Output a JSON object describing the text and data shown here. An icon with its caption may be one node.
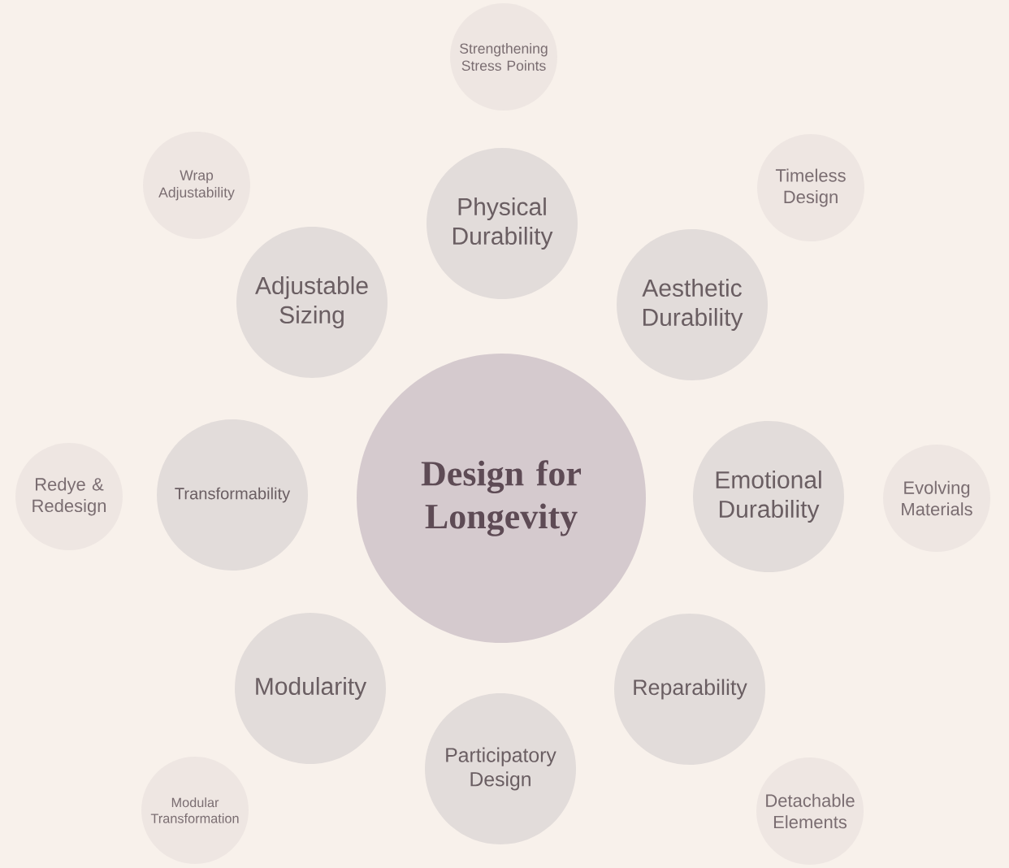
{
  "diagram": {
    "nodes": [
      {
        "text": [
          "Design for Longevity"
        ]
      },
      {
        "text": [
          "Physical Durability"
        ]
      },
      {
        "text": [
          "Aesthetic Durability"
        ]
      },
      {
        "text": [
          "Emotional Durability"
        ]
      },
      {
        "text": [
          "Reparability"
        ]
      },
      {
        "text": [
          "Participatory Design"
        ]
      },
      {
        "text": [
          "Modularity"
        ]
      },
      {
        "text": [
          "Transformability"
        ]
      },
      {
        "text": [
          "Adjustable Sizing"
        ]
      },
      {
        "text": [
          "Strengthening Stress Points"
        ]
      },
      {
        "text": [
          "Timeless Design"
        ]
      },
      {
        "text": [
          "Evolving Materials"
        ]
      },
      {
        "text": [
          "Detachable Elements"
        ]
      },
      {
        "text": [
          "Modular Transformation"
        ]
      },
      {
        "text": [
          "Redye & Redesign"
        ]
      },
      {
        "text": [
          "Wrap Adjustability"
        ]
      }
    ]
  }
}
